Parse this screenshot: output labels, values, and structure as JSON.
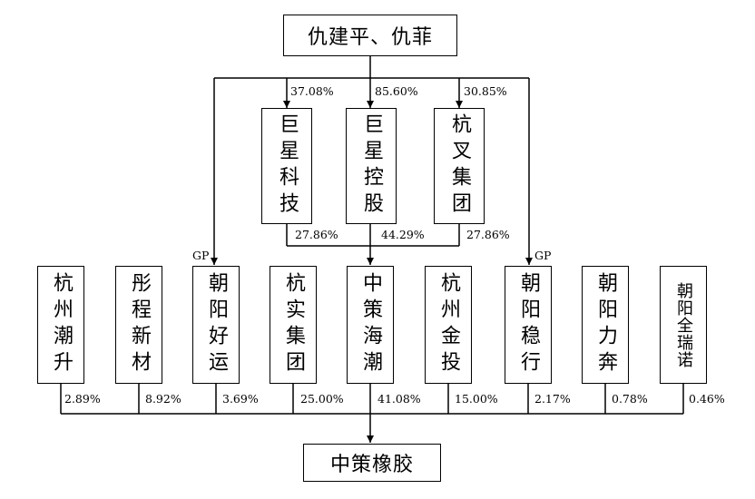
{
  "top_owner": "仇建平、仇菲",
  "bottom_company": "中策橡胶",
  "middle_entities": [
    {
      "name": "巨星科技",
      "ownership_from_top": "37.08%",
      "stake_in_zhongce_haichao": "27.86%"
    },
    {
      "name": "巨星控股",
      "ownership_from_top": "85.60%",
      "stake_in_zhongce_haichao": "44.29%"
    },
    {
      "name": "杭叉集团",
      "ownership_from_top": "30.85%",
      "stake_in_zhongce_haichao": "27.86%"
    }
  ],
  "shareholders": [
    {
      "name": "杭州潮升",
      "stake": "2.89%"
    },
    {
      "name": "彤程新材",
      "stake": "8.92%"
    },
    {
      "name": "朝阳好运",
      "stake": "3.69%",
      "gp_label": "GP"
    },
    {
      "name": "杭实集团",
      "stake": "25.00%"
    },
    {
      "name": "中策海潮",
      "stake": "41.08%"
    },
    {
      "name": "杭州金投",
      "stake": "15.00%"
    },
    {
      "name": "朝阳稳行",
      "stake": "2.17%",
      "gp_label": "GP"
    },
    {
      "name": "朝阳力奔",
      "stake": "0.78%"
    },
    {
      "name": "朝阳全瑞诺",
      "stake": "0.46%"
    }
  ]
}
